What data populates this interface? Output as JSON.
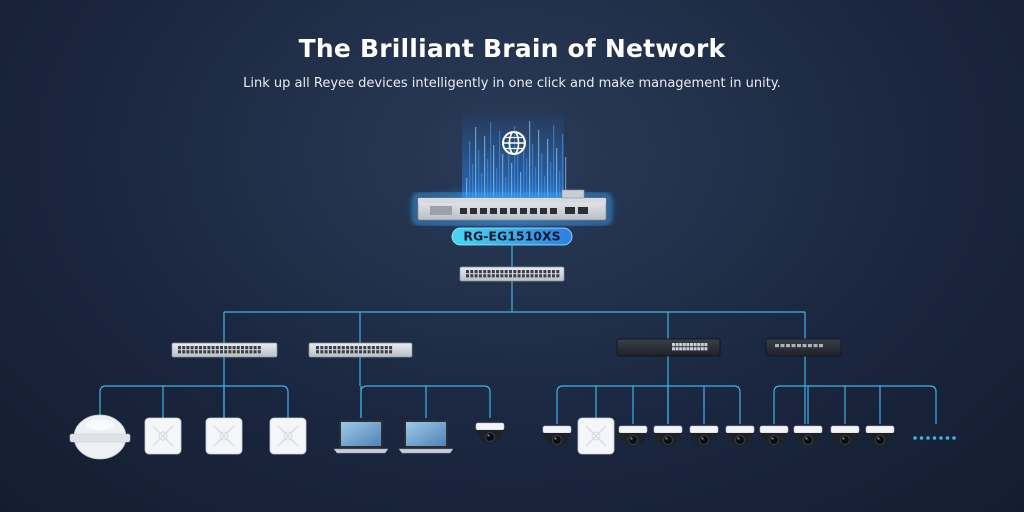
{
  "header": {
    "title": "The Brilliant Brain of Network",
    "subtitle": "Link up all Reyee devices intelligently in one click and make management in unity."
  },
  "gateway": {
    "model": "RG-EG1510XS"
  },
  "icons": {
    "cloud": "globe-icon",
    "outdoor_ap": "outdoor-access-point-icon",
    "ceiling_ap": "ceiling-access-point-icon",
    "laptop": "laptop-icon",
    "camera": "dome-camera-icon",
    "more": "ellipsis-dots-icon"
  },
  "colors": {
    "line": "#3fb3e6",
    "badge_start": "#49d6f0",
    "badge_end": "#2f7fe0",
    "glow": "#3aa7ff",
    "background": "#1b2740"
  }
}
